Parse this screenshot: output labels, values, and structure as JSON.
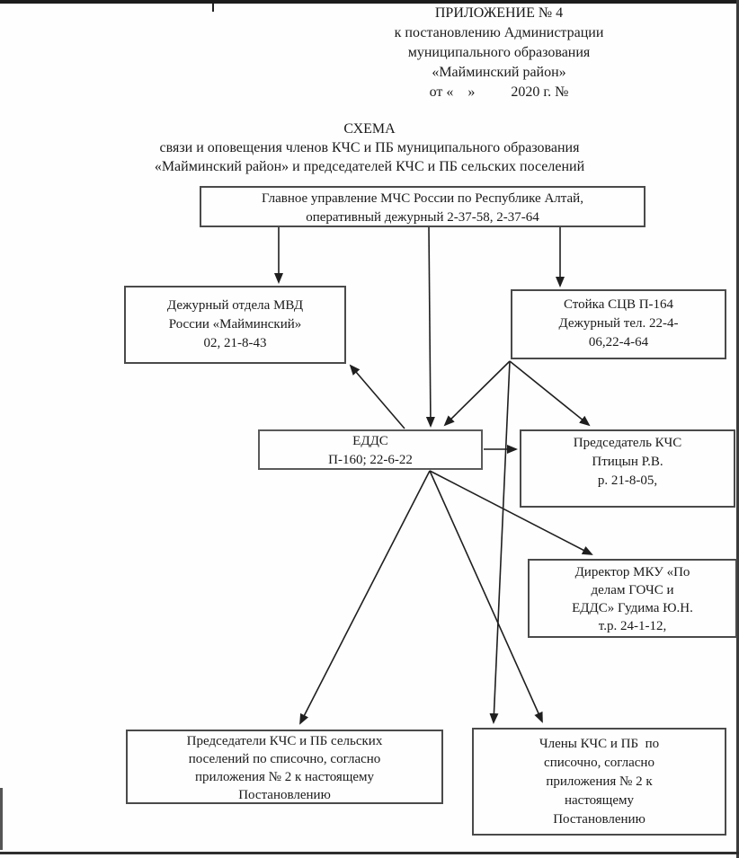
{
  "document": {
    "header": {
      "lines": [
        "ПРИЛОЖЕНИЕ № 4",
        "к постановлению Администрации",
        "муниципального образования",
        "«Майминский район»",
        "от «    »          2020 г. №"
      ]
    },
    "title": {
      "lines": [
        "СХЕМА",
        "связи и оповещения членов КЧС и ПБ муниципального образования",
        "«Майминский район» и председателей КЧС и ПБ сельских поселений"
      ]
    }
  },
  "boxes": {
    "mchs": {
      "lines": [
        "Главное управление МЧС России по Республике Алтай,",
        "оперативный дежурный 2-37-58, 2-37-64"
      ]
    },
    "mvd": {
      "lines": [
        "Дежурный отдела МВД",
        "России «Майминский»",
        "02, 21-8-43"
      ]
    },
    "stoyka": {
      "lines": [
        "Стойка СЦВ П-164",
        "Дежурный тел. 22-4-",
        "06,22-4-64"
      ]
    },
    "edds": {
      "lines": [
        "ЕДДС",
        "П-160; 22-6-22"
      ]
    },
    "predsedatel": {
      "lines": [
        "Председатель КЧС",
        "Птицын Р.В.",
        "р. 21-8-05,"
      ]
    },
    "director": {
      "lines": [
        "Директор МКУ «По",
        "делам ГОЧС и",
        "ЕДДС» Гудима Ю.Н.",
        "т.р. 24-1-12,"
      ]
    },
    "predsedateli": {
      "lines": [
        "Председатели КЧС и ПБ сельских",
        "поселений по списочно, согласно",
        "приложения № 2 к настоящему",
        "Постановлению"
      ]
    },
    "chleny": {
      "lines": [
        "Члены КЧС и ПБ  по",
        "списочно, согласно",
        "приложения № 2 к",
        "настоящему",
        "Постановлению"
      ]
    }
  },
  "colors": {
    "arrow_line": "#1f1f1f",
    "box_border": "#4a4a4a",
    "text": "#1a1a1a",
    "page_background": "#fefefe",
    "scan_edge": "#2e2e2e"
  }
}
